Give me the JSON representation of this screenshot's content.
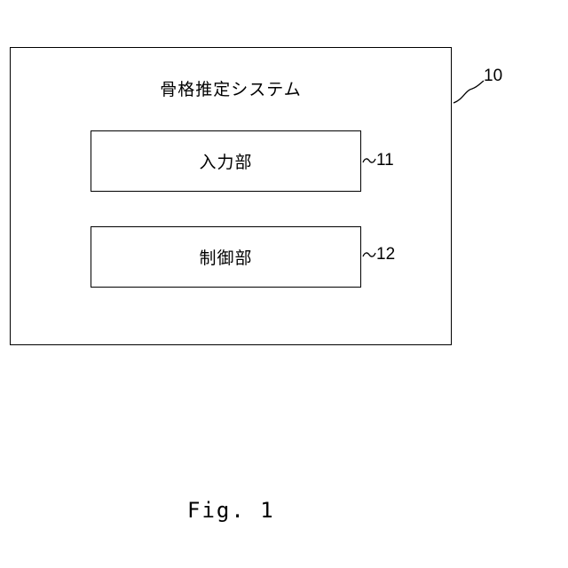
{
  "diagram": {
    "system": {
      "title": "骨格推定システム",
      "ref": "10"
    },
    "components": [
      {
        "label": "入力部",
        "ref": "11"
      },
      {
        "label": "制御部",
        "ref": "12"
      }
    ]
  },
  "caption": "Fig. 1"
}
